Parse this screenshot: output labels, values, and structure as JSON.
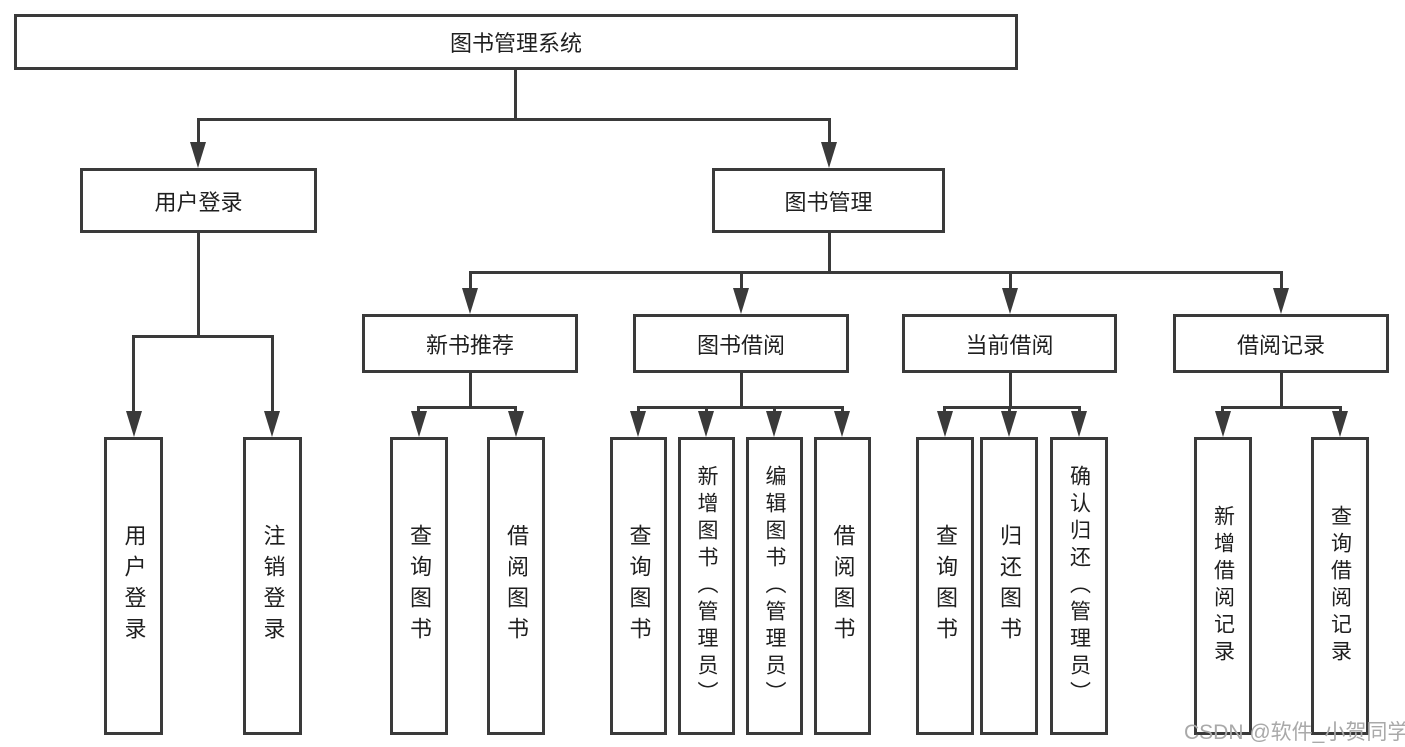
{
  "diagram_type": "hierarchy-tree",
  "colors": {
    "line": "#3a3a3a",
    "text": "#1f1f1f",
    "background": "#ffffff",
    "watermark": "#a9a9a9"
  },
  "watermark": "CSDN @软件_小贺同学",
  "tree": {
    "root": "图书管理系统",
    "children": [
      {
        "label": "用户登录",
        "children": [
          {
            "label": "用户登录"
          },
          {
            "label": "注销登录"
          }
        ]
      },
      {
        "label": "图书管理",
        "children": [
          {
            "label": "新书推荐",
            "children": [
              {
                "label": "查询图书"
              },
              {
                "label": "借阅图书"
              }
            ]
          },
          {
            "label": "图书借阅",
            "children": [
              {
                "label": "查询图书"
              },
              {
                "label": "新增图书（管理员）"
              },
              {
                "label": "编辑图书（管理员）"
              },
              {
                "label": "借阅图书"
              }
            ]
          },
          {
            "label": "当前借阅",
            "children": [
              {
                "label": "查询图书"
              },
              {
                "label": "归还图书"
              },
              {
                "label": "确认归还（管理员）"
              }
            ]
          },
          {
            "label": "借阅记录",
            "children": [
              {
                "label": "新增借阅记录"
              },
              {
                "label": "查询借阅记录"
              }
            ]
          }
        ]
      }
    ]
  }
}
